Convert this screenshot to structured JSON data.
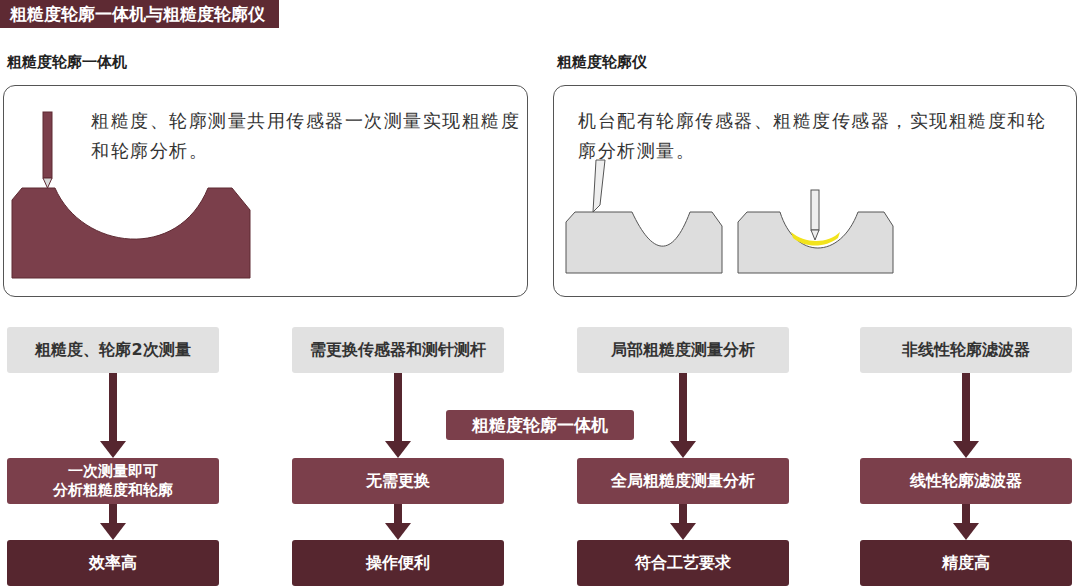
{
  "diagram": {
    "title": "粗糙度轮廓一体机与粗糙度轮廓仪",
    "nodes": [
      {
        "text": [
          "粗糙度轮廓一体机",
          "粗糙度、轮廓测量共用传感器一次测量实现粗糙度和轮廓分析。"
        ]
      },
      {
        "text": [
          "粗糙度轮廓仪",
          "机台配有轮廓传感器、粗糙度传感器，实现粗糙度和轮廓分析测量。"
        ]
      },
      {
        "text": [
          "粗糙度、轮廓2次测量"
        ]
      },
      {
        "text": [
          "需更换传感器和测针测杆"
        ]
      },
      {
        "text": [
          "局部粗糙度测量分析"
        ]
      },
      {
        "text": [
          "非线性轮廓滤波器"
        ]
      },
      {
        "text": [
          "粗糙度轮廓一体机"
        ]
      },
      {
        "text": [
          "一次测量即可 分析粗糙度和轮廓"
        ]
      },
      {
        "text": [
          "无需更换"
        ]
      },
      {
        "text": [
          "全局粗糙度测量分析"
        ]
      },
      {
        "text": [
          "线性轮廓滤波器"
        ]
      },
      {
        "text": [
          "效率高"
        ]
      },
      {
        "text": [
          "操作便利"
        ]
      },
      {
        "text": [
          "符合工艺要求"
        ]
      },
      {
        "text": [
          "精度高"
        ]
      }
    ],
    "edges": [
      {
        "from": 2,
        "to": 7,
        "arrow": "to"
      },
      {
        "from": 3,
        "to": 8,
        "arrow": "to"
      },
      {
        "from": 4,
        "to": 9,
        "arrow": "to"
      },
      {
        "from": 5,
        "to": 10,
        "arrow": "to"
      },
      {
        "from": 7,
        "to": 11,
        "arrow": "to"
      },
      {
        "from": 8,
        "to": 12,
        "arrow": "to"
      },
      {
        "from": 9,
        "to": 13,
        "arrow": "to"
      },
      {
        "from": 10,
        "to": 14,
        "arrow": "to"
      }
    ]
  }
}
